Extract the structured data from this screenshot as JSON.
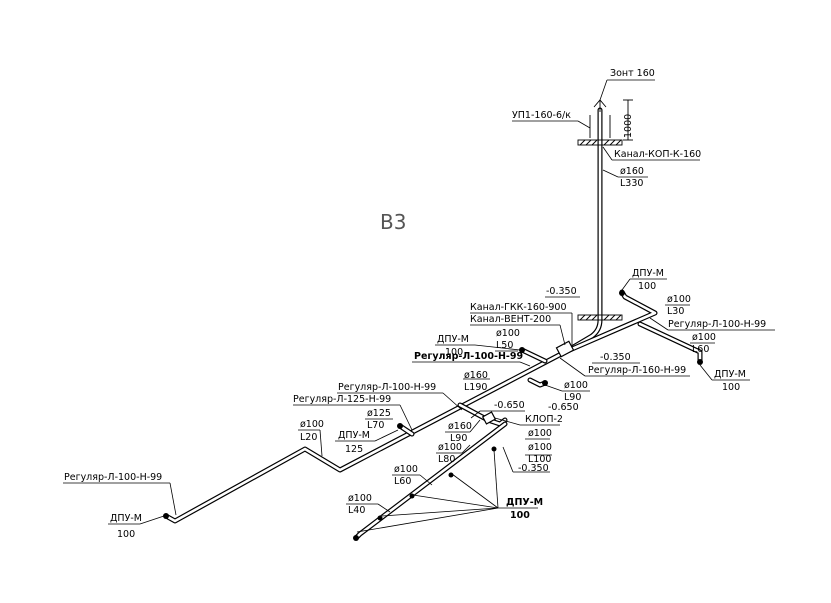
{
  "title": "В3",
  "labels": {
    "umbrella": "Зонт 160",
    "up1": "УП1-160-6/к",
    "height_dim": "1000",
    "kanal_kop": "Канал-КОП-К-160",
    "riser_dia": "ø160",
    "riser_len": "L330",
    "elev_top": "-0.350",
    "kanal_gkk": "Канал-ГКК-160-900",
    "kanal_vent": "Канал-ВЕНТ-200",
    "dpu_right_top": "ДПУ-М",
    "dpu_right_top_val": "100",
    "right_dia1": "ø100",
    "right_len1": "L30",
    "reg_right1": "Регуляр-Л-100-Н-99",
    "right_dia2": "ø100",
    "right_len2": "L60",
    "dpu_right_bot": "ДПУ-М",
    "dpu_right_bot_val": "100",
    "elev_mid": "-0.350",
    "reg_160": "Регуляр-Л-160-Н-99",
    "mid_dia": "ø100",
    "mid_len": "L90",
    "elev_mid2": "-0.650",
    "dpu_left_top": "ДПУ-М",
    "dpu_left_top_val": "100",
    "lt_dia": "ø100",
    "lt_len": "L50",
    "reg_bold": "Регуляр-Л-100-Н-99",
    "main_dia": "ø160",
    "main_len": "L190",
    "reg_left1": "Регуляр-Л-100-Н-99",
    "reg_125": "Регуляр-Л-125-Н-99",
    "d125": "ø125",
    "l70": "L70",
    "dpu_125": "ДПУ-М",
    "dpu_125_val": "125",
    "left_dia": "ø100",
    "left_len": "L20",
    "elev_650": "-0.650",
    "klop": "КЛОП-2",
    "k_dia": "ø160",
    "k_len": "L90",
    "k_dia2": "ø100",
    "k_dia3": "ø100",
    "k_len3": "L100",
    "b_dia1": "ø100",
    "b_len1": "L80",
    "elev_bot": "-0.350",
    "b_dia2": "ø100",
    "b_len2": "L60",
    "b_dia3": "ø100",
    "b_len3": "L40",
    "dpu_bottom": "ДПУ-М",
    "dpu_bottom_val": "100",
    "reg_far_left": "Регуляр-Л-100-Н-99",
    "dpu_far_left": "ДПУ-М",
    "dpu_far_left_val": "100"
  }
}
